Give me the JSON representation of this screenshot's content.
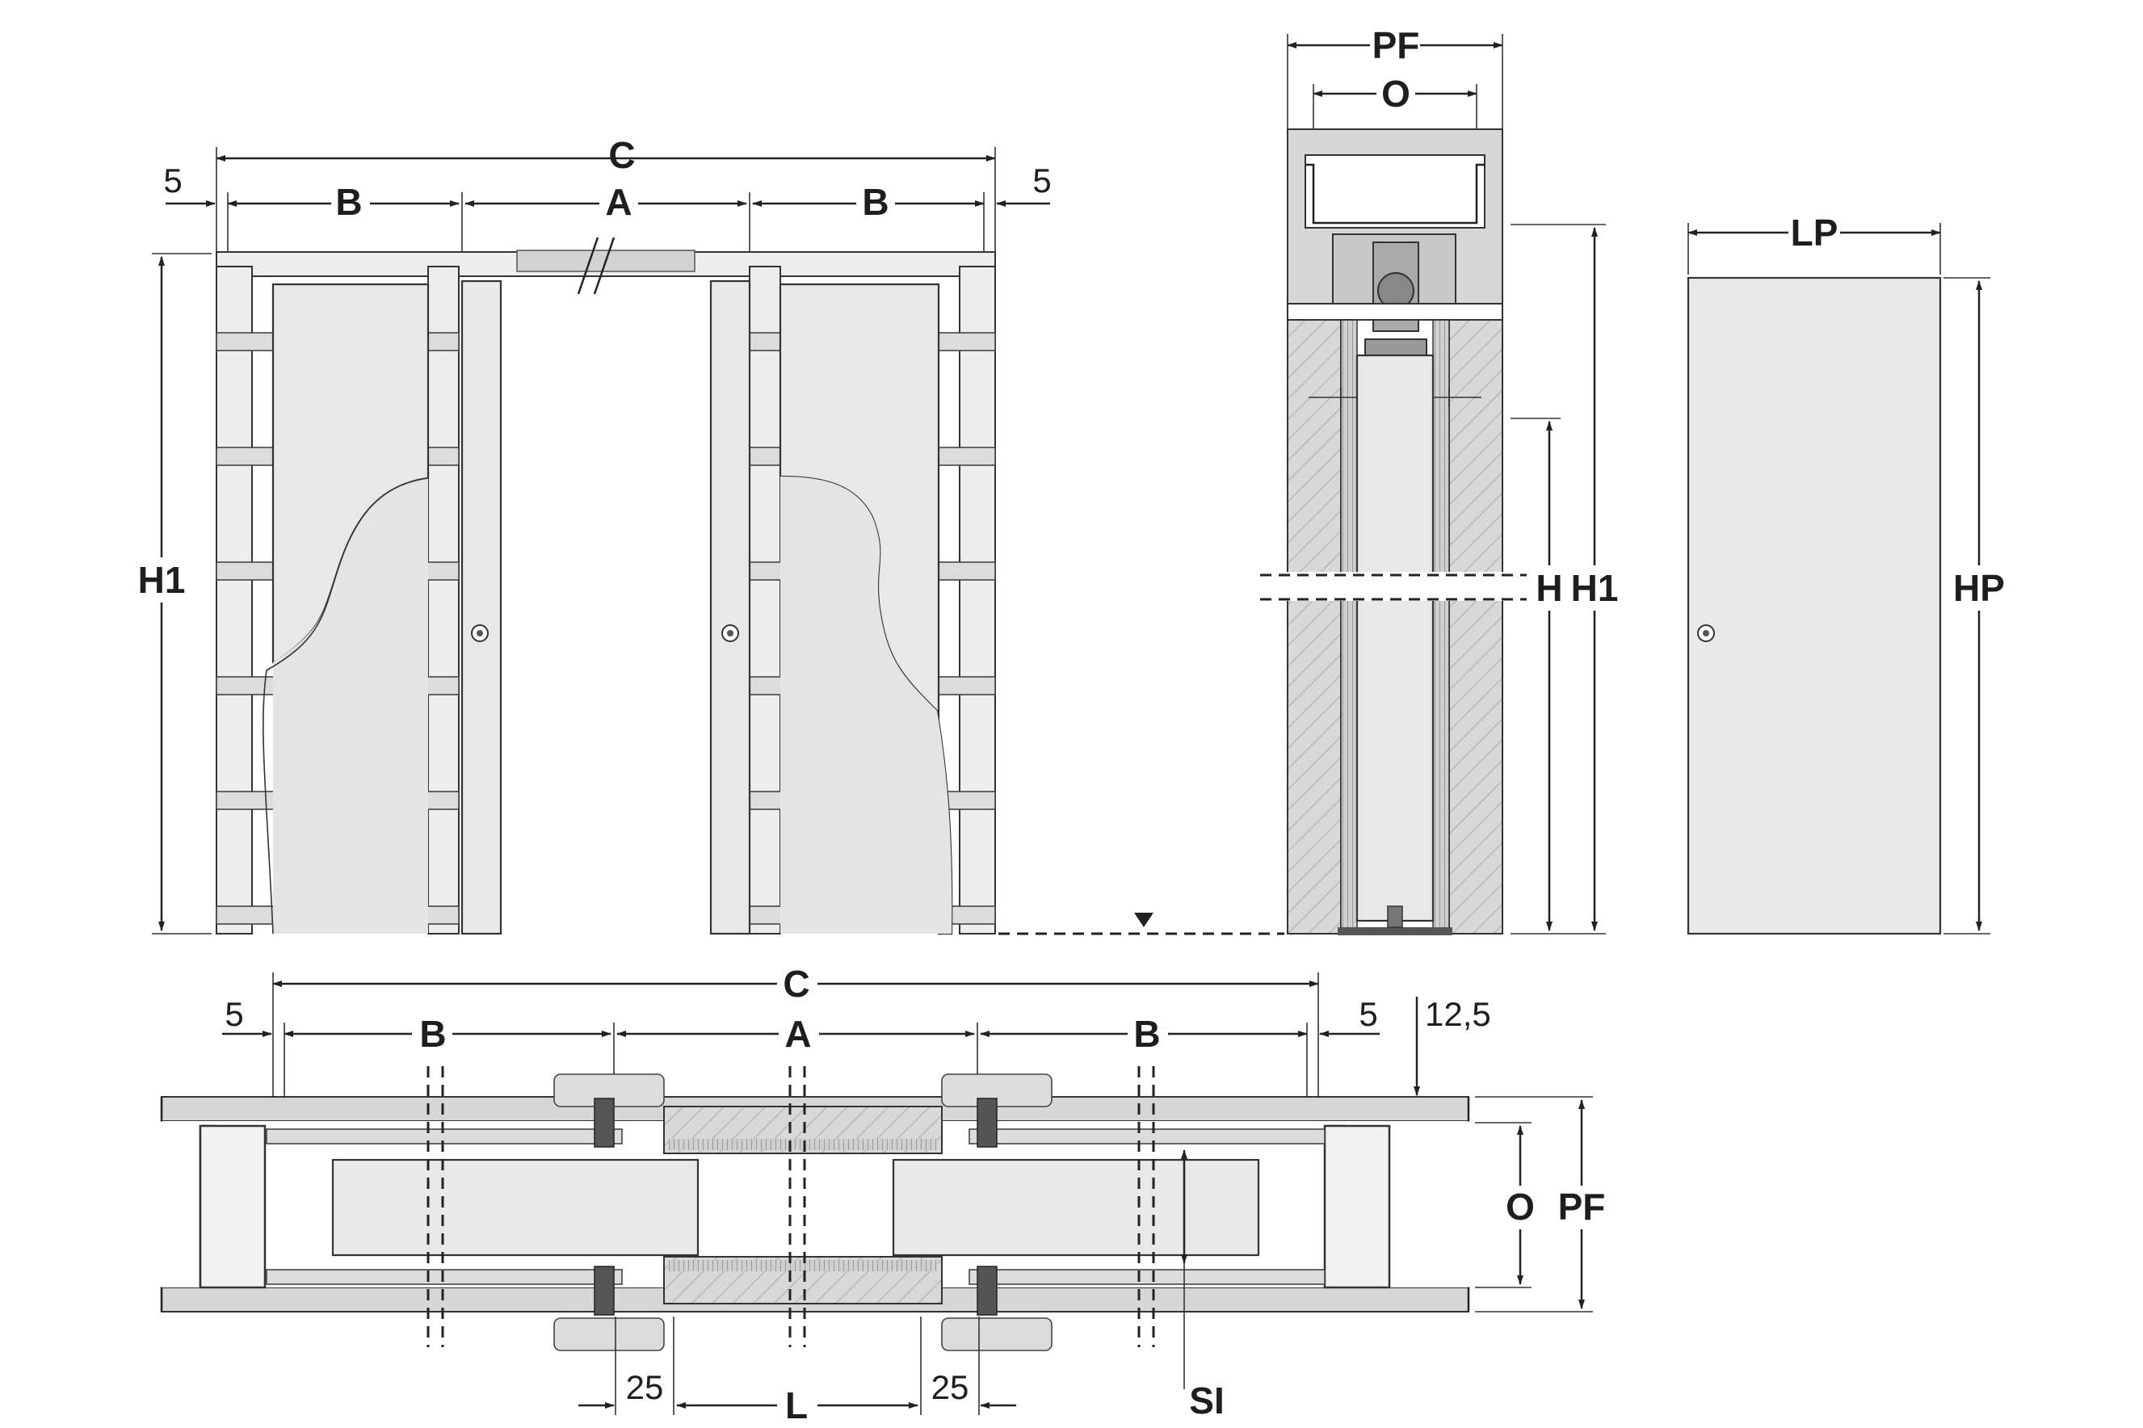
{
  "labels": {
    "front": {
      "C": "C",
      "A": "A",
      "B_left": "B",
      "B_right": "B",
      "five_left": "5",
      "five_right": "5",
      "H1": "H1"
    },
    "section": {
      "PF": "PF",
      "O": "O",
      "H": "H",
      "H1": "H1"
    },
    "door": {
      "LP": "LP",
      "HP": "HP"
    },
    "plan": {
      "C": "C",
      "A": "A",
      "B_left": "B",
      "B_right": "B",
      "five_left": "5",
      "five_right": "5",
      "twelve_five": "12,5",
      "O": "O",
      "PF": "PF",
      "SI": "SI",
      "L": "L",
      "twentyfive_left": "25",
      "twentyfive_right": "25"
    }
  },
  "colors": {
    "line": "#222222",
    "panel": "#e8e8e8",
    "wall": "#d6d6d6"
  }
}
